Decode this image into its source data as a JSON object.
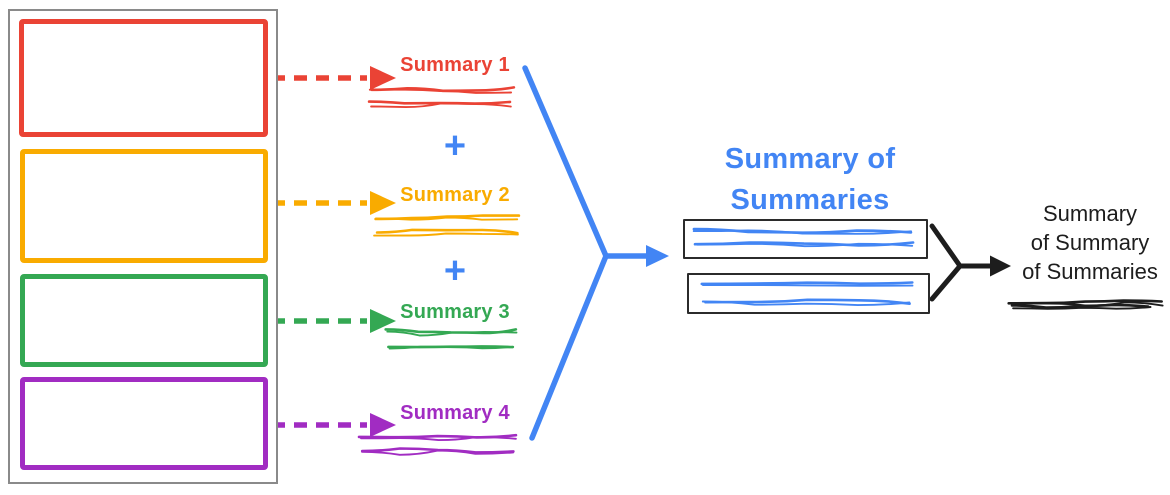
{
  "colors": {
    "red": "#EA4335",
    "yellow": "#F9AB00",
    "green": "#34A853",
    "purple": "#A12CC2",
    "blue": "#4285F4",
    "ink": "#1D1D1D",
    "container_border": "#8A8A8A",
    "summary_box_border": "#2B2B2B"
  },
  "summaries": [
    {
      "label": "Summary 1"
    },
    {
      "label": "Summary 2"
    },
    {
      "label": "Summary 3"
    },
    {
      "label": "Summary 4"
    }
  ],
  "plus_sign": "+",
  "aggregate_title": {
    "line1": "Summary of",
    "line2": "Summaries"
  },
  "final_summary": {
    "line1": "Summary",
    "line2": "of Summary",
    "line3": "of Summaries"
  }
}
